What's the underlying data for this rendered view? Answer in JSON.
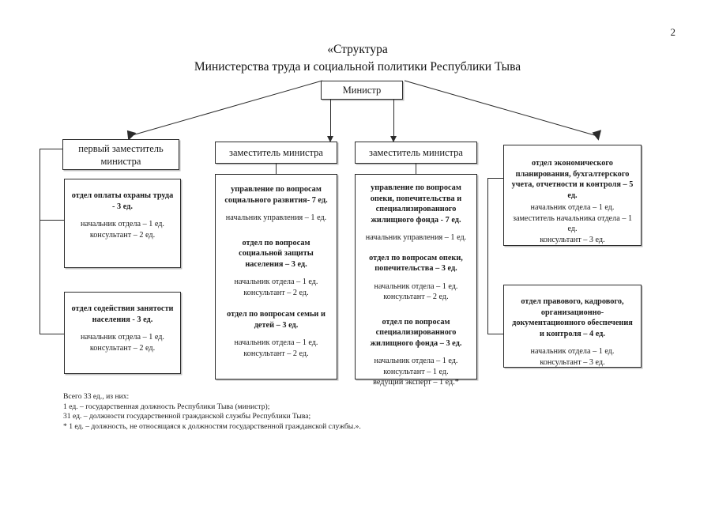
{
  "document": {
    "page_number": "2",
    "title_line_1": "«Структура",
    "title_line_2": "Министерства труда и социальной политики Республики Тыва"
  },
  "chart_nodes": {
    "minister": {
      "label": "Министр"
    },
    "first_deputy": {
      "label": "первый заместитель министра"
    },
    "deputy_social": {
      "label": "заместитель министра"
    },
    "deputy_guardianship": {
      "label": "заместитель министра"
    }
  },
  "column_left": {
    "unit_1": {
      "head": "отдел оплаты охраны труда - 3 ед.",
      "positions": [
        "начальник отдела – 1 ед.",
        "консультант – 2 ед."
      ]
    },
    "unit_2": {
      "head": "отдел содействия занятости населения - 3 ед.",
      "positions": [
        "начальник отдела – 1 ед.",
        "консультант – 2 ед."
      ]
    }
  },
  "column_social": {
    "unit_1": {
      "head": "управление по вопросам социального развития-  7 ед.",
      "positions": [
        "начальник управления – 1 ед."
      ]
    },
    "unit_2": {
      "head": "отдел по вопросам социальной защиты населения – 3 ед.",
      "positions": [
        "начальник отдела – 1 ед.",
        "консультант – 2 ед."
      ]
    },
    "unit_3": {
      "head": "отдел по вопросам семьи и детей – 3 ед.",
      "positions": [
        "начальник отдела – 1 ед.",
        "консультант – 2 ед."
      ]
    }
  },
  "column_guardianship": {
    "unit_1": {
      "head": "управление по вопросам опеки, попечительства и специализированного жилищного фонда -  7 ед.",
      "positions": [
        "начальник управления – 1 ед."
      ]
    },
    "unit_2": {
      "head": "отдел по вопросам опеки, попечительства – 3 ед.",
      "positions": [
        "начальник отдела – 1 ед.",
        "консультант – 2 ед."
      ]
    },
    "unit_3": {
      "head": "отдел по вопросам специализированного жилищного фонда – 3 ед.",
      "positions": [
        "начальник отдела – 1 ед.",
        "консультант – 1 ед.",
        "ведущий эксперт – 1 ед.*"
      ]
    }
  },
  "column_right": {
    "unit_1": {
      "head": "отдел экономического планирования, бухгалтерского учета, отчетности и контроля – 5 ед.",
      "positions": [
        "начальник отдела – 1 ед.",
        "заместитель начальника отдела – 1 ед.",
        "консультант – 3 ед."
      ]
    },
    "unit_2": {
      "head": "отдел правового, кадрового, организационно-документационного обеспечения и контроля – 4 ед.",
      "positions": [
        "начальник отдела – 1 ед.",
        "консультант – 3 ед."
      ]
    }
  },
  "footnotes": [
    "Всего 33 ед., из них:",
    "1 ед. – государственная должность Республики Тыва (министр);",
    "31 ед. – должности государственной гражданской службы Республики Тыва;",
    "* 1 ед. – должность, не относящаяся к должностям государственной гражданской службы.»."
  ]
}
